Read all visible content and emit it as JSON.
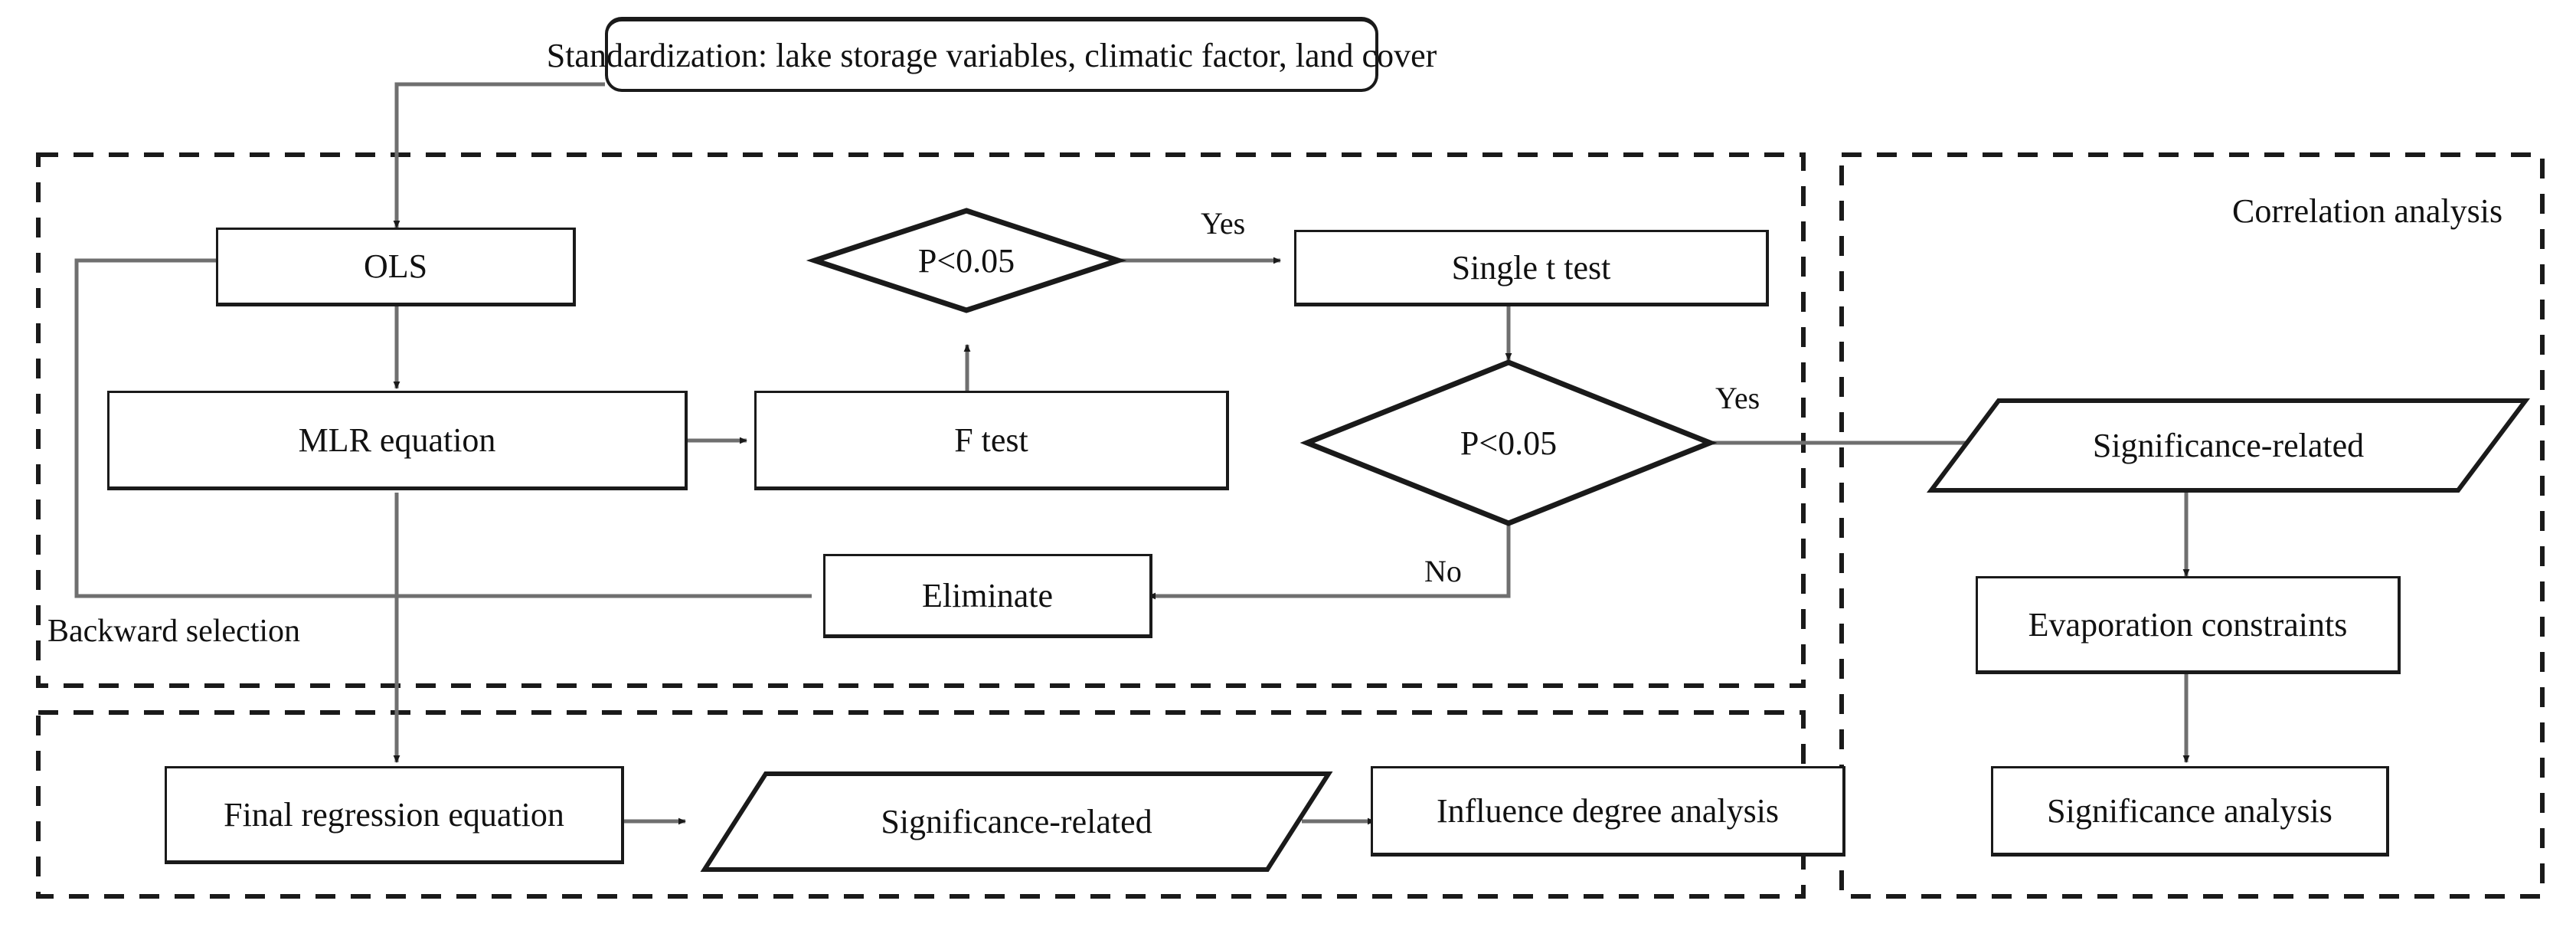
{
  "diagram": {
    "title_box": {
      "label": "Standardization: lake storage variables, climatic  factor, land cover"
    },
    "groups": [
      {
        "id": "regression-group",
        "label": ""
      },
      {
        "id": "correlation-group",
        "label": "Correlation analysis"
      },
      {
        "id": "final-output-group",
        "label": ""
      }
    ],
    "nodes": [
      {
        "id": "ols",
        "shape": "rect",
        "label": "OLS"
      },
      {
        "id": "p-test-1",
        "shape": "diamond",
        "label": "P<0.05"
      },
      {
        "id": "single-t-test",
        "shape": "rect",
        "label": "Single t test"
      },
      {
        "id": "mlr-equation",
        "shape": "rect",
        "label": "MLR equation"
      },
      {
        "id": "f-test",
        "shape": "rect",
        "label": "F test"
      },
      {
        "id": "p-test-2",
        "shape": "diamond",
        "label": "P<0.05"
      },
      {
        "id": "eliminate",
        "shape": "rect",
        "label": "Eliminate"
      },
      {
        "id": "significance-related-right",
        "shape": "parallelogram",
        "label": "Significance-related"
      },
      {
        "id": "evaporation-constraints",
        "shape": "rect",
        "label": "Evaporation constraints"
      },
      {
        "id": "significance-analysis",
        "shape": "rect",
        "label": "Significance analysis"
      },
      {
        "id": "final-regression-equation",
        "shape": "rect",
        "label": "Final regression equation"
      },
      {
        "id": "significance-related-bottom",
        "shape": "parallelogram",
        "label": "Significance-related"
      },
      {
        "id": "influence-degree-analysis",
        "shape": "rect",
        "label": "Influence degree analysis"
      }
    ],
    "edge_labels": [
      {
        "id": "yes-1",
        "label": "Yes"
      },
      {
        "id": "yes-2",
        "label": "Yes"
      },
      {
        "id": "no-1",
        "label": "No"
      },
      {
        "id": "backward-selection",
        "label": "Backward selection"
      }
    ],
    "colors": {
      "stroke": "#1a1a1a",
      "connector": "#6f6f6f",
      "background": "#ffffff",
      "text": "#111111"
    }
  }
}
